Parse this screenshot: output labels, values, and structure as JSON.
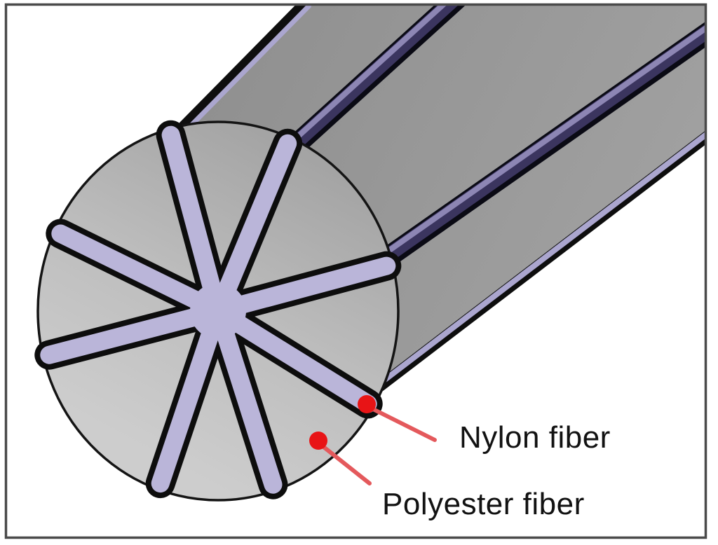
{
  "diagram": {
    "title": "Composite fiber cross-section diagram",
    "type": "3d-cylinder-cross-section",
    "labels": {
      "nylon": "Nylon fiber",
      "polyester": "Polyester fiber"
    },
    "parts": [
      {
        "name": "nylon-fiber",
        "label": "Nylon fiber",
        "shape": "8 radial spokes / surface grooves",
        "color": "#bab5d9"
      },
      {
        "name": "polyester-fiber",
        "label": "Polyester fiber",
        "shape": "8 pie-wedge segments",
        "color": "#c6c6c6"
      }
    ],
    "spoke_count": 8,
    "wedge_count": 8,
    "colors": {
      "background": "#ffffff",
      "frame": "#4a4a4a",
      "body_gray_dark": "#8e8e8e",
      "body_gray_light": "#a0a0a0",
      "face_gray_dark": "#a0a0a0",
      "face_gray_light": "#cdcdcd",
      "nylon_lavender": "#bab5d9",
      "groove_navy": "#3b355f",
      "groove_highlight": "#8d86b4",
      "outline_black": "#141414",
      "marker_red": "#e81416",
      "leader_red": "#e4595c",
      "label_black": "#121212"
    }
  }
}
